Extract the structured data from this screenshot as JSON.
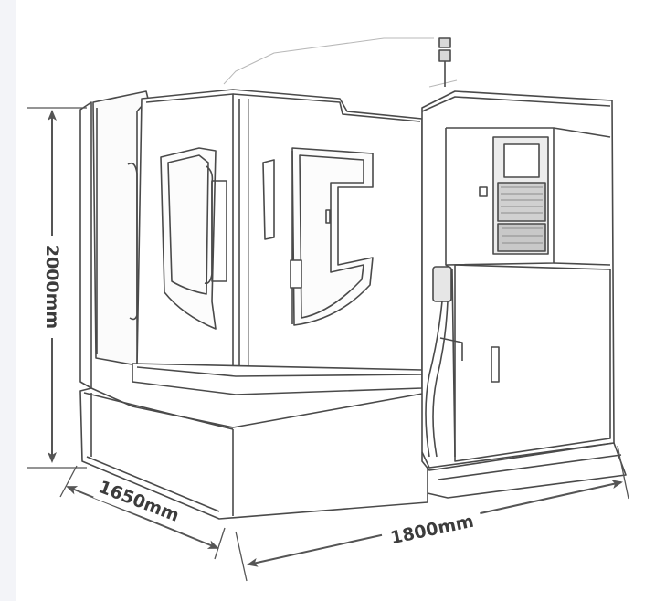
{
  "dimensions": {
    "height": "2000mm",
    "depth": "1650mm",
    "width": "1800mm"
  },
  "colors": {
    "line": "#4a4a4a",
    "dimension_line": "#555555",
    "text": "#3c3c3c",
    "background": "#ffffff",
    "left_strip": "#f3f4f8"
  }
}
